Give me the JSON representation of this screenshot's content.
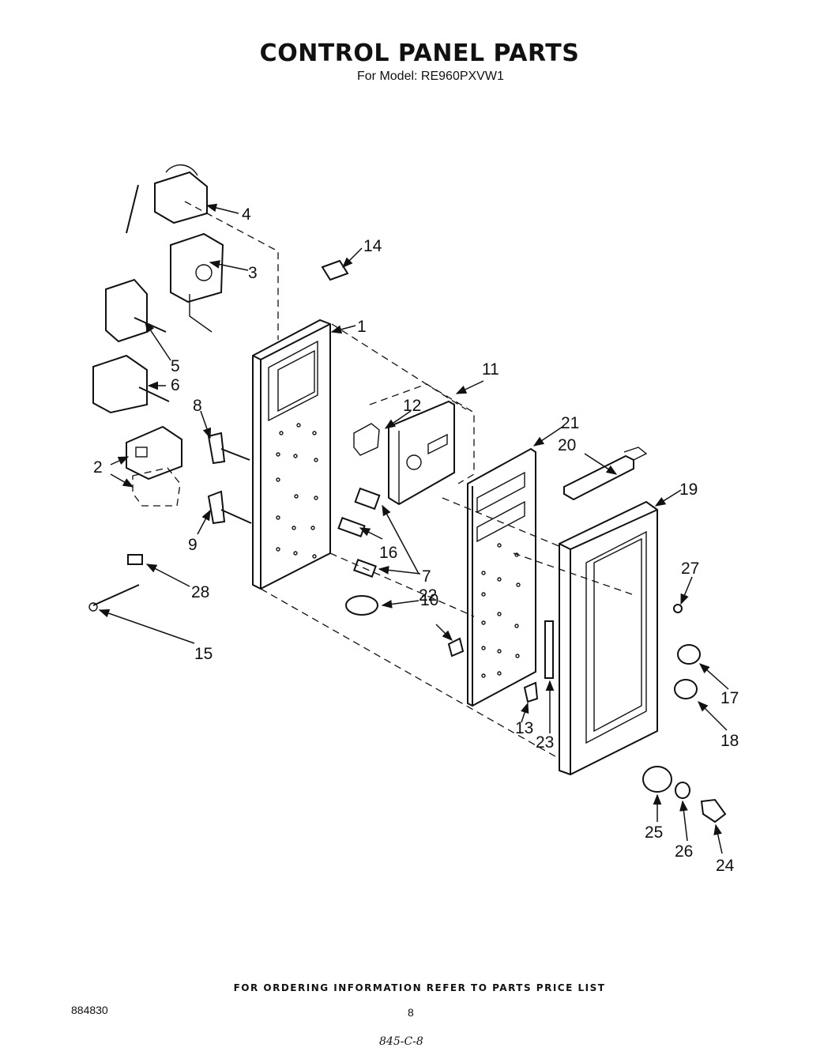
{
  "header": {
    "title": "CONTROL PANEL PARTS",
    "subtitle": "For Model: RE960PXVW1"
  },
  "callouts": [
    "1",
    "2",
    "3",
    "4",
    "5",
    "6",
    "7",
    "8",
    "9",
    "10",
    "11",
    "12",
    "13",
    "14",
    "15",
    "16",
    "17",
    "18",
    "19",
    "20",
    "21",
    "22",
    "23",
    "24",
    "25",
    "26",
    "27",
    "28"
  ],
  "footer": {
    "note": "FOR ORDERING INFORMATION REFER TO PARTS PRICE LIST",
    "doc_number": "884830",
    "page": "8",
    "handwritten": "845-C-8"
  }
}
